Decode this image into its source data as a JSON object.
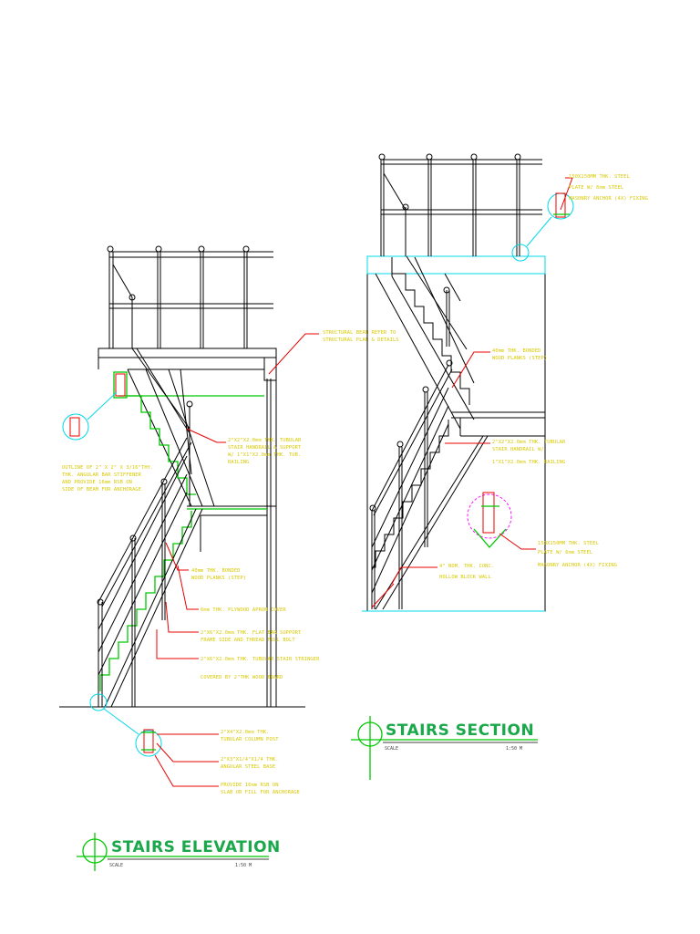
{
  "elevation": {
    "title": "STAIRS ELEVATION",
    "scale_label": "SCALE",
    "scale_value": "1:50 M",
    "notes": {
      "beam": [
        "STRUCTURAL BEAM REFER TO",
        "STRUCTURAL PLAN & DETAILS"
      ],
      "handrail": [
        "2\"X2\"X2.0mm THK. TUBULAR",
        "STAIR HANDRAIL & SUPPORT",
        "W/ 1\"X1\"X2.0mm THK. TUB.",
        "RAILING"
      ],
      "angle_bar": [
        "OUTLINE OF 2\" X 2\" X 3/16\"THY.",
        "THK. ANGULAR BAR STIFFENER",
        "AND PROVIDE 16mm RSB ON",
        "SIDE OF BEAM FOR ANCHORAGE"
      ],
      "wood_plank": [
        "40mm THK. BONDED",
        "WOOD PLANKS (STEP)"
      ],
      "apron": [
        "6mm THK. PLYWOOD APRON COVER"
      ],
      "flat_bar": [
        "2\"X6\"X2.0mm THK. FLAT BAR SUPPORT",
        "FRAME SIDE AND THREAD FULL BOLT"
      ],
      "stringer": [
        "2\"X6\"X2.0mm THK. TUBULAR STAIR STRINGER",
        "COVERED BY 2\"THK WOOD BOARD"
      ],
      "column": [
        "2\"X4\"X2.0mm THK.",
        "TUBULAR COLUMN POST"
      ],
      "angular": [
        "2\"X3\"X1/4\"X1/4 THK.",
        "ANGULAR STEEL BASE"
      ],
      "rsb": [
        "PROVIDE 16mm RSB ON",
        "SLAB OR FILL FOR ANCHORAGE"
      ]
    }
  },
  "section": {
    "title": "STAIRS SECTION",
    "scale_label": "SCALE",
    "scale_value": "1:50 M",
    "notes": {
      "plate_top": [
        "150X150MM THK. STEEL",
        "PLATE W/ 6mm STEEL",
        "MASONRY ANCHOR (4X) FIXING"
      ],
      "wood_plank": [
        "40mm THK. BONDED",
        "WOOD PLANKS (STEP)"
      ],
      "handrail": [
        "2\"X2\"X2.0mm THK. TUBULAR",
        "STAIR HANDRAIL W/",
        "1\"X1\"X2.0mm THK. RAILING"
      ],
      "plate_bottom": [
        "150X150MM THK. STEEL",
        "PLATE W/ 6mm STEEL",
        "MASONRY ANCHOR (4X) FIXING"
      ],
      "chb": [
        "4\" NOM. THK. CONC.",
        "HOLLOW BLOCK WALL"
      ]
    }
  },
  "colors": {
    "annotation": "#d8c800",
    "leader": "#e80000",
    "steel": "#00c800",
    "highlight": "#00d8e8",
    "detail": "#ff00ff"
  }
}
